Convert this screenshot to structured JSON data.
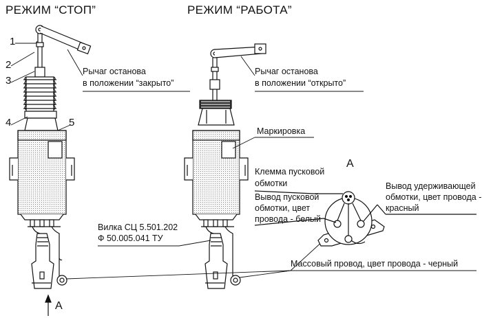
{
  "titles": {
    "stop": "РЕЖИМ “СТОП”",
    "work": "РЕЖИМ “РАБОТА”"
  },
  "numbers": [
    "1",
    "2",
    "3",
    "4",
    "5"
  ],
  "labels": {
    "lever_closed_1": "Рычаг останова",
    "lever_closed_2": "в положении “закрыто”",
    "lever_open_1": "Рычаг останова",
    "lever_open_2": "в положении “открыто”",
    "marking": "Маркировка",
    "terminal_1": "Клемма пусковой",
    "terminal_2": "обмотки",
    "view_letter": "А",
    "start_lead_1": "Вывод пусковой",
    "start_lead_2": "обмотки, цвет",
    "start_lead_3": "провода - белый",
    "hold_lead_1": "Вывод удерживающей",
    "hold_lead_2": "обмотки, цвет провода -",
    "hold_lead_3": "красный",
    "plug_1": "Вилка СЦ 5.501.202",
    "plug_2": "Ф 50.005.041 ТУ",
    "ground_wire": "Массовый провод, цвет провода - черный",
    "arrow_letter": "А"
  },
  "colors": {
    "ink": "#111111",
    "body_fill": "#f2f2f2",
    "shade": "#bdbdbd"
  }
}
